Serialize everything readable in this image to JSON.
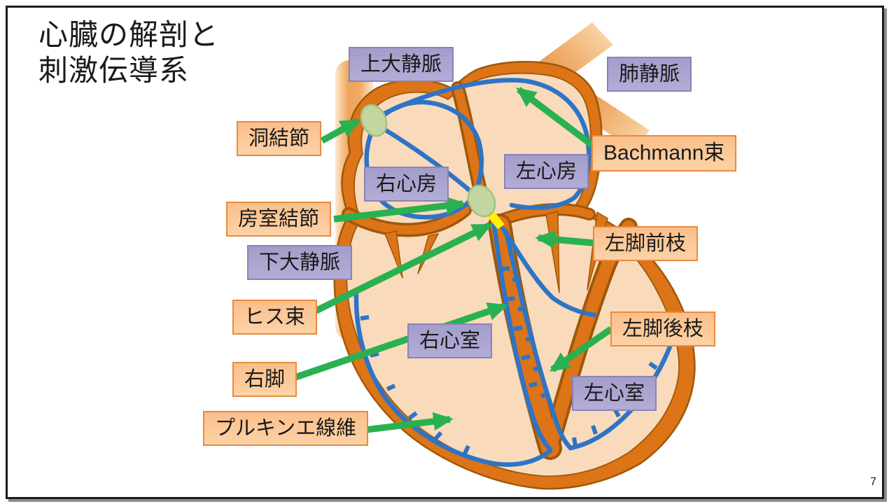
{
  "slide": {
    "title_line1": "心臓の解剖と",
    "title_line2": "刺激伝導系",
    "page_number": "7"
  },
  "anatomy_labels": {
    "superior_vena_cava": "上大静脈",
    "pulmonary_vein": "肺静脈",
    "right_atrium": "右心房",
    "left_atrium": "左心房",
    "inferior_vena_cava": "下大静脈",
    "right_ventricle": "右心室",
    "left_ventricle": "左心室"
  },
  "conduction_labels": {
    "sinus_node": "洞結節",
    "bachmann_bundle": "Bachmann束",
    "av_node": "房室結節",
    "his_bundle": "ヒス束",
    "left_anterior_fascicle": "左脚前枝",
    "left_posterior_fascicle": "左脚後枝",
    "right_bundle_branch": "右脚",
    "purkinje_fibers": "プルキンエ線維"
  },
  "colors": {
    "anatomy_label_fill": "#aaa4ce",
    "anatomy_label_border": "#8a83ba",
    "conduction_label_fill": "#fbc18d",
    "conduction_label_border": "#ea8a3e",
    "arrow_green": "#29b150",
    "conduction_blue": "#2e74c6",
    "heart_wall": "#dd7418",
    "heart_wall_outline": "#9e5808",
    "chamber_fill": "#f9dabb",
    "node_green": "#c3d6a2",
    "his_yellow": "#fff100",
    "vessel_glow": "#efa254",
    "text": "#1a1a1a"
  }
}
